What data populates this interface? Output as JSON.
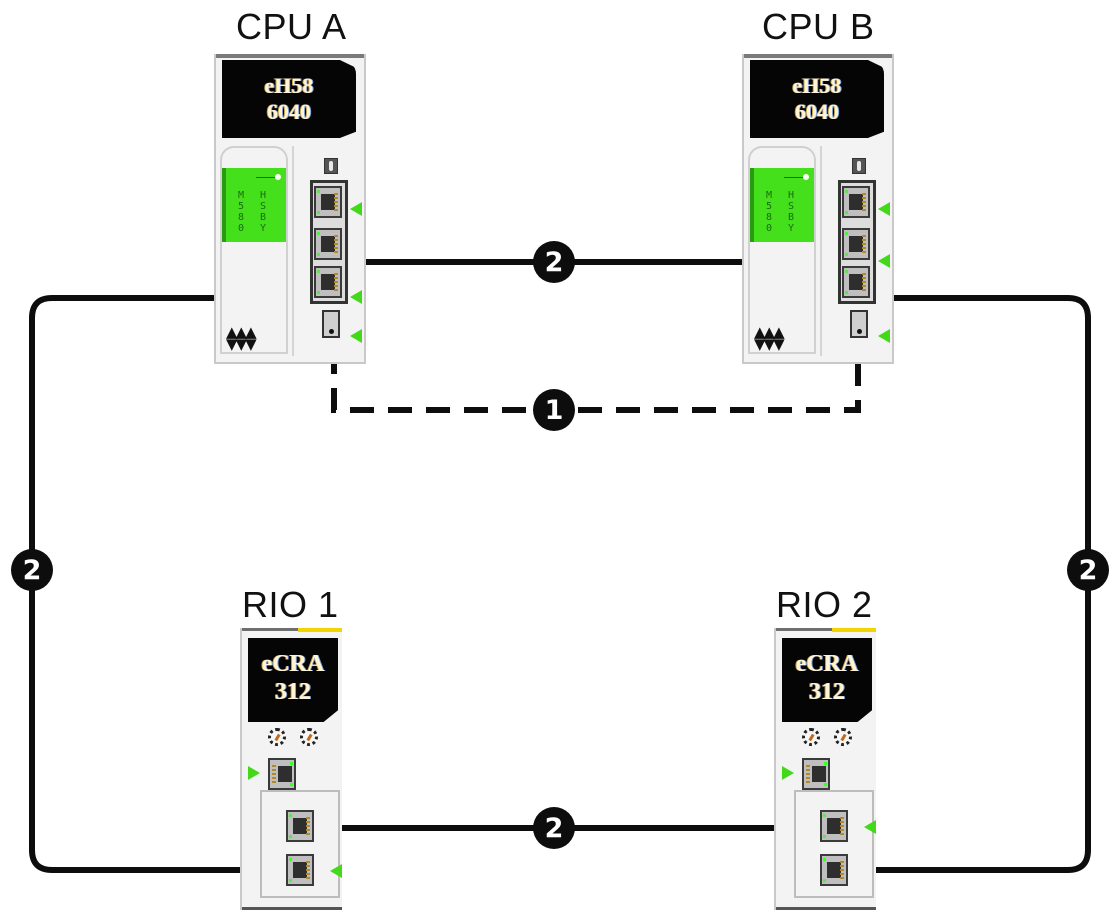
{
  "diagram": {
    "type": "network-topology",
    "devices": {
      "cpu_a": {
        "title": "CPU A",
        "model_line1": "eH58",
        "model_line2": "6040",
        "display_col1": "M580",
        "display_col2": "HSBY",
        "logo": "AAA\nVVV"
      },
      "cpu_b": {
        "title": "CPU B",
        "model_line1": "eH58",
        "model_line2": "6040",
        "display_col1": "M580",
        "display_col2": "HSBY",
        "logo": "AAA\nVVV"
      },
      "rio_1": {
        "title": "RIO 1",
        "model_line1": "eCRA",
        "model_line2": "312"
      },
      "rio_2": {
        "title": "RIO 2",
        "model_line1": "eCRA",
        "model_line2": "312"
      }
    },
    "connections": [
      {
        "id": "cpu-a-port2-to-cpu-b-port2",
        "callout": "2",
        "style": "solid",
        "from": "CPU A",
        "to": "CPU B"
      },
      {
        "id": "cpu-a-sfp-to-cpu-b-sfp",
        "callout": "1",
        "style": "dashed",
        "from": "CPU A",
        "to": "CPU B"
      },
      {
        "id": "cpu-a-port3-to-rio-1-port3",
        "callout": "2",
        "style": "solid",
        "from": "CPU A",
        "to": "RIO 1"
      },
      {
        "id": "cpu-b-port3-to-rio-2-port3",
        "callout": "2",
        "style": "solid",
        "from": "CPU B",
        "to": "RIO 2"
      },
      {
        "id": "rio-1-port2-to-rio-2-port2",
        "callout": "2",
        "style": "solid",
        "from": "RIO 1",
        "to": "RIO 2"
      }
    ],
    "colors": {
      "wire": "#0d0d0d",
      "callout_bg": "#0d0d0d",
      "callout_text": "#ffffff",
      "hsby_display": "#45e01c",
      "status_arrow": "#44d81a"
    }
  }
}
